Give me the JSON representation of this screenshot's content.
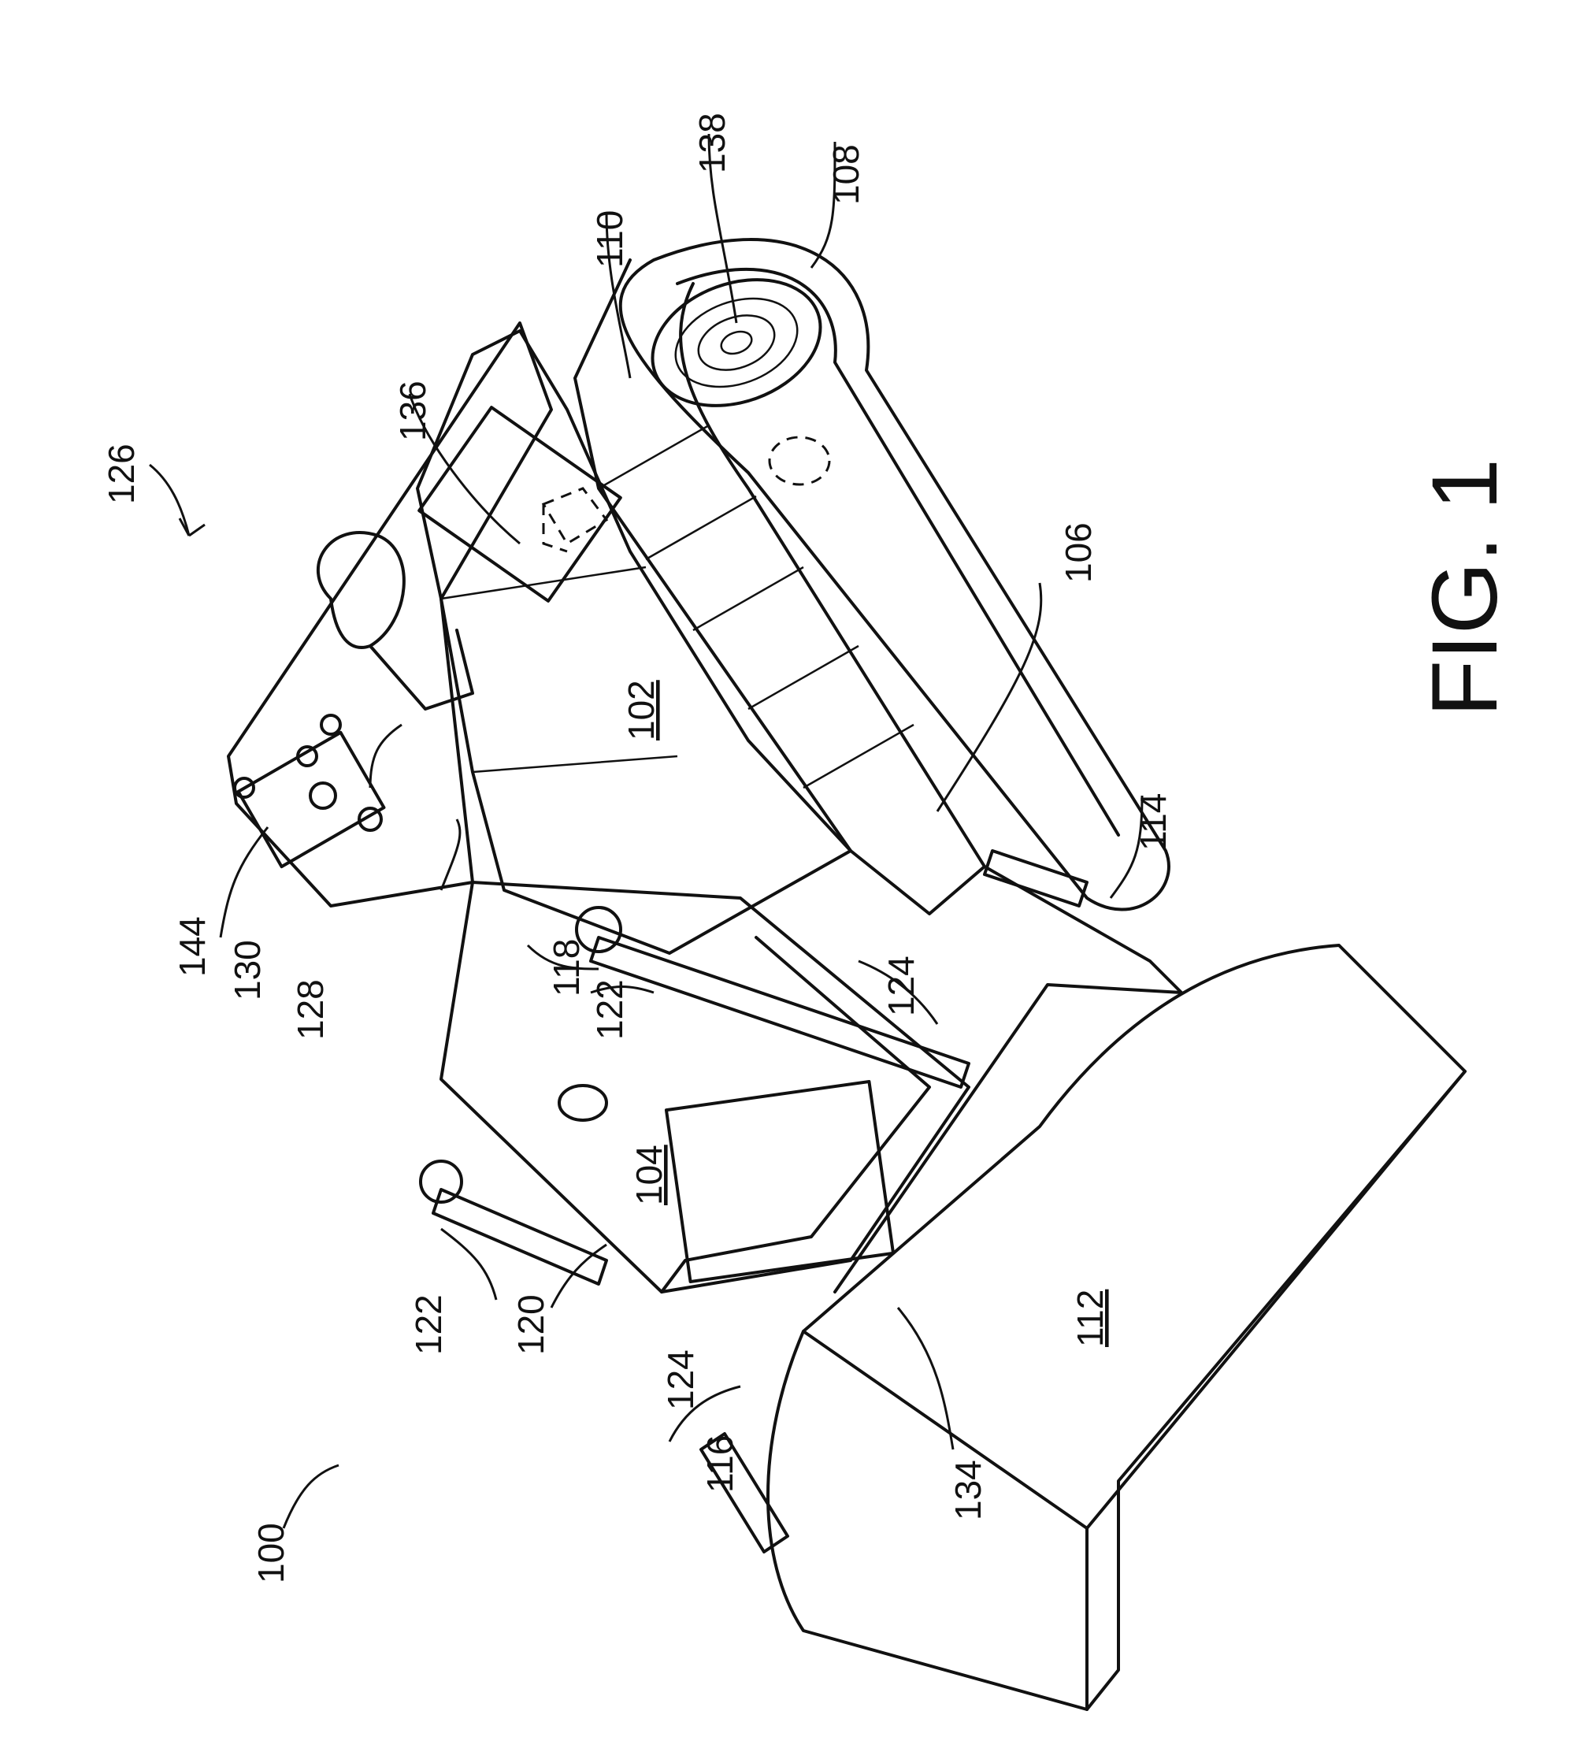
{
  "figure_title": "FIG. 1",
  "reference_numerals": {
    "machine": "100",
    "track_frame": "106",
    "track": "108",
    "track_cover": "110",
    "blade_arm": "114",
    "cylinder_116": "116",
    "cylinder_118": "118",
    "cylinder_120": "120",
    "rod_end_left": "122",
    "rod_end_right": "122",
    "piston_left": "124",
    "piston_right": "124",
    "operator_station": "126",
    "control_lever": "128",
    "control_panel": "130",
    "blade_mount": "134",
    "controller": "136",
    "sprocket": "138",
    "joystick": "144"
  },
  "component_labels": {
    "chassis": "102",
    "engine_housing": "104",
    "blade": "112"
  }
}
